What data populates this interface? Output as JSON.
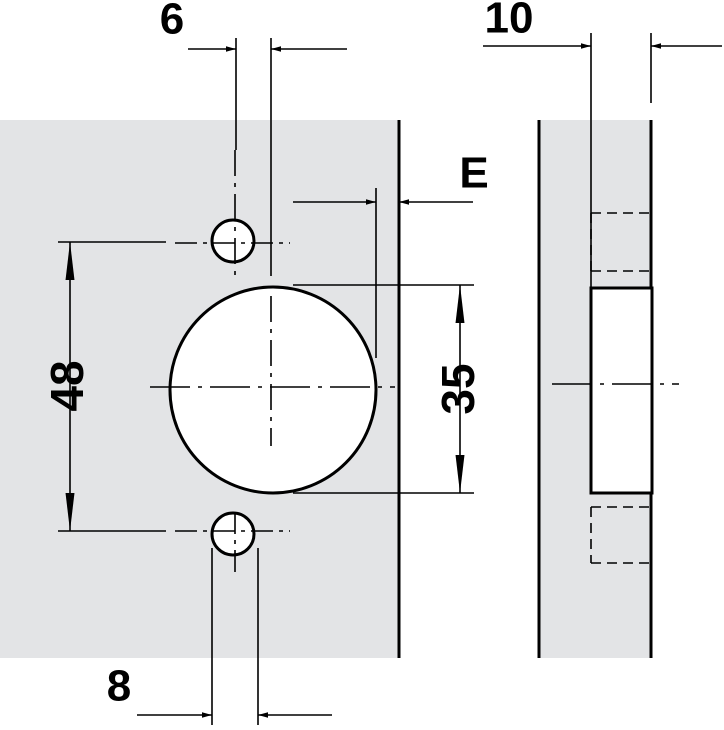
{
  "dimensions": {
    "screw_edge_offset": "6",
    "side_depth": "10",
    "edge_distance": "E",
    "screw_spacing": "48",
    "cup_diameter": "35",
    "screw_diameter": "8"
  },
  "colors": {
    "panel_fill": "#e3e4e6",
    "line": "#000000",
    "hole_fill": "#ffffff",
    "background": "#ffffff"
  }
}
